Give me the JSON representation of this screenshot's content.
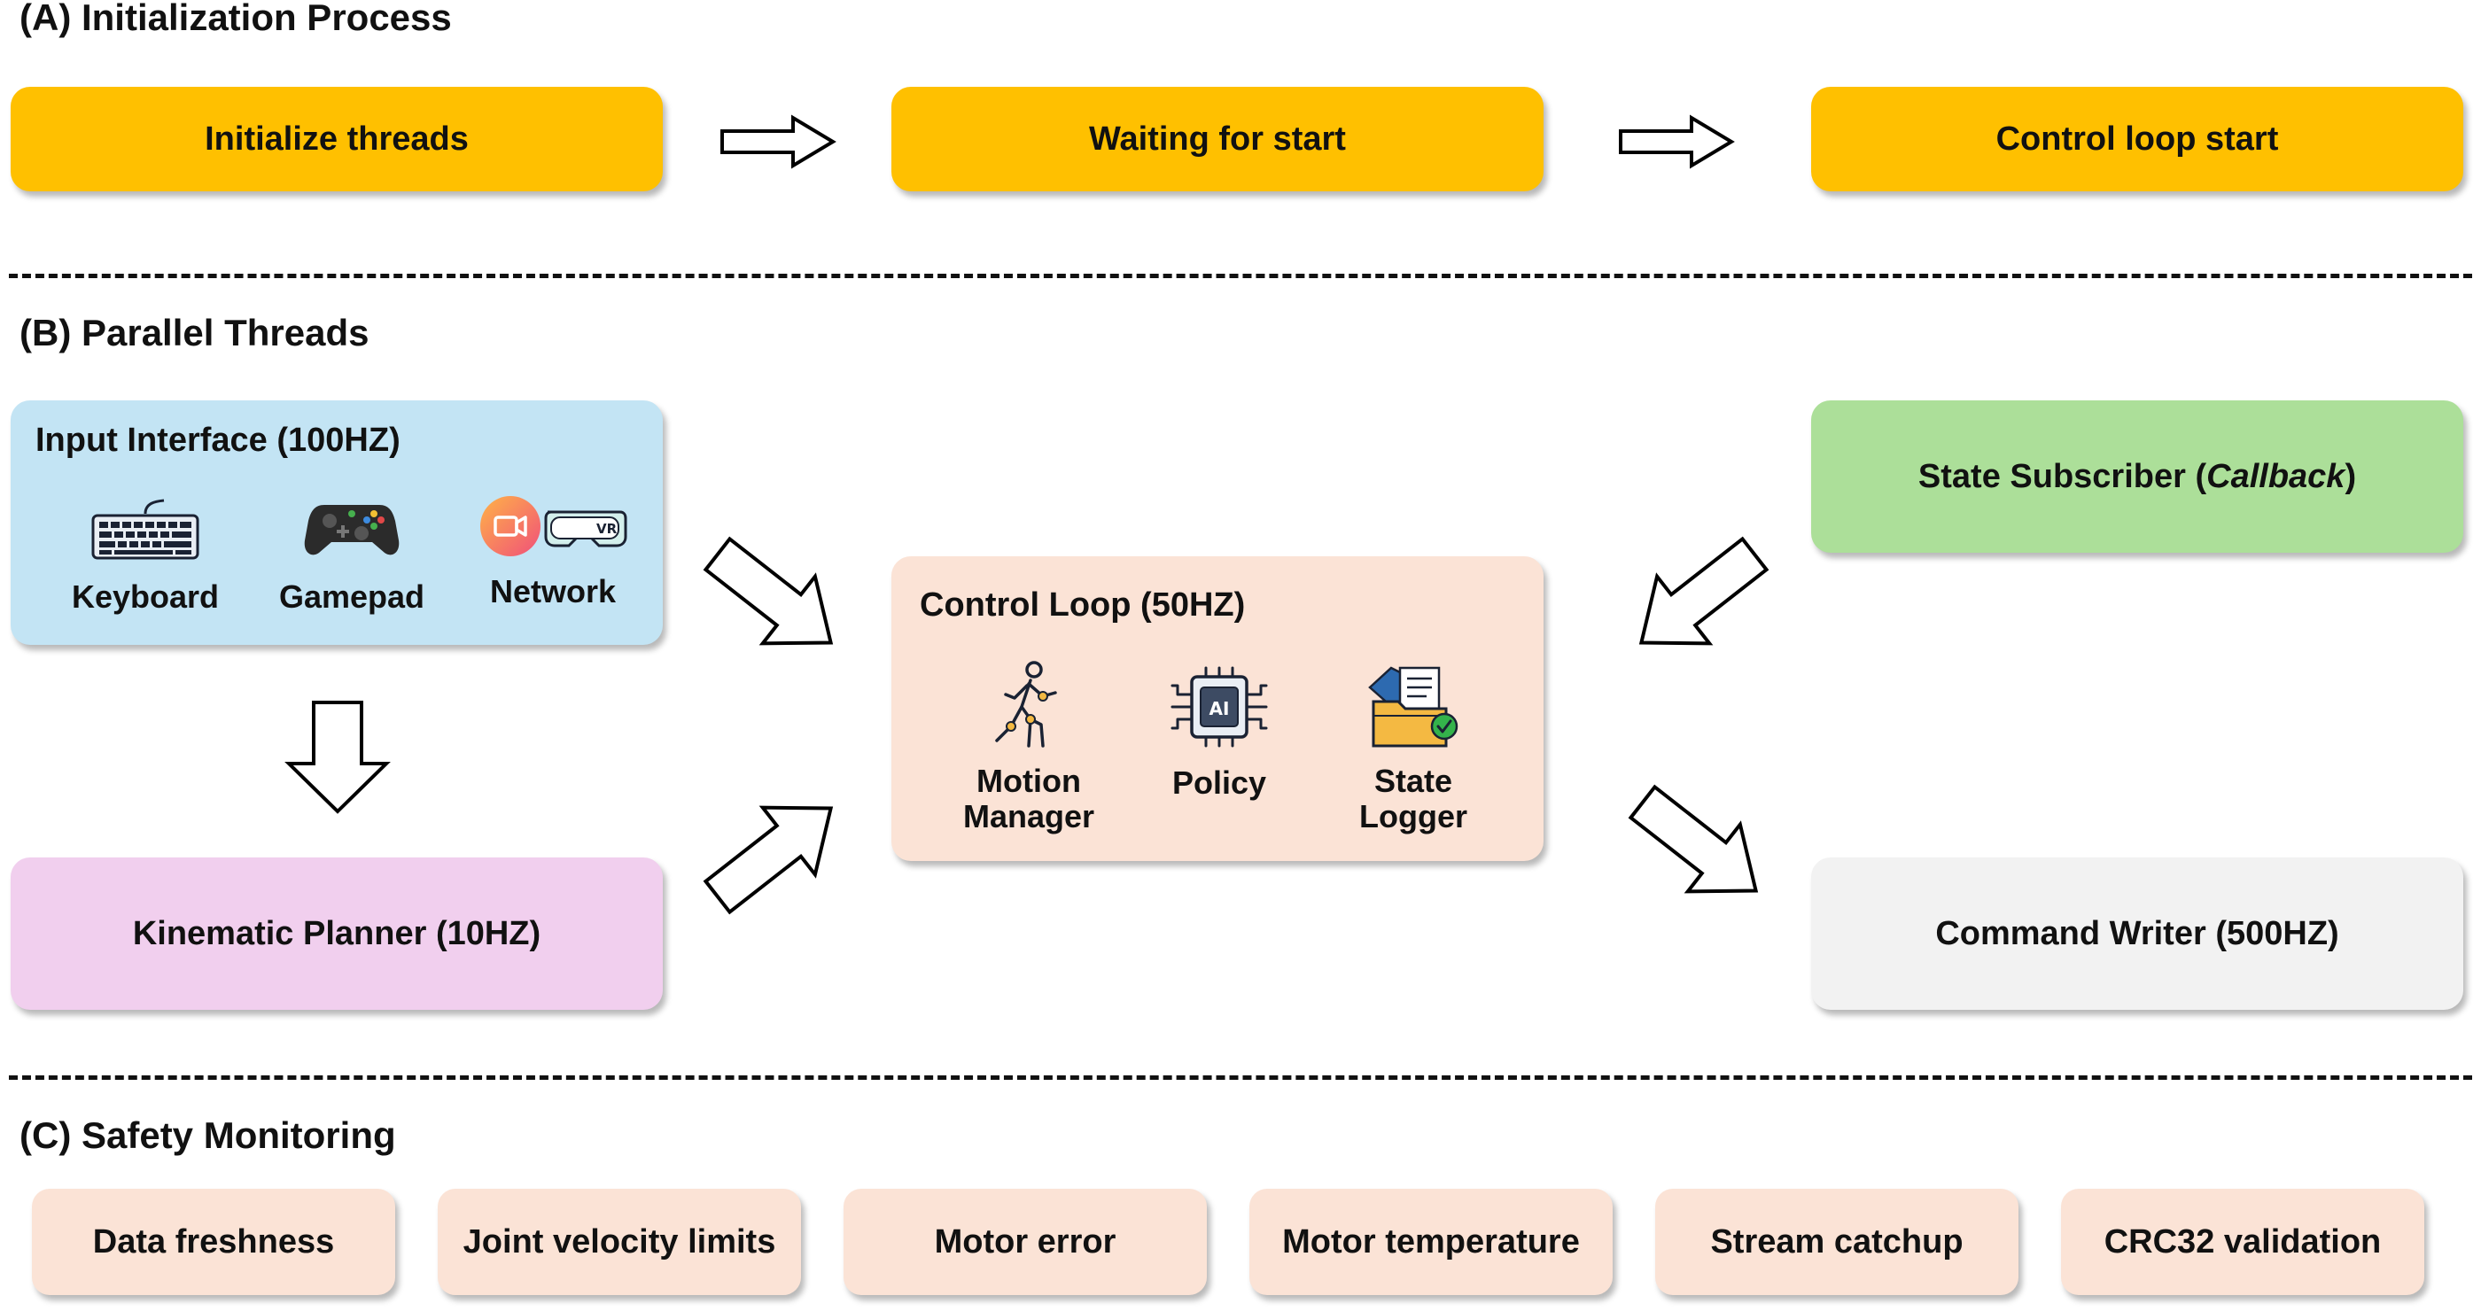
{
  "sections": {
    "a_title": "(A) Initialization Process",
    "b_title": "(B) Parallel Threads",
    "c_title": "(C) Safety Monitoring"
  },
  "init": {
    "step1": "Initialize threads",
    "step2": "Waiting for start",
    "step3": "Control loop start"
  },
  "input_interface": {
    "title": "Input Interface (100HZ)",
    "keyboard": "Keyboard",
    "gamepad": "Gamepad",
    "network": "Network",
    "vr_badge": "VR"
  },
  "kinematic_planner": {
    "label": "Kinematic Planner (10HZ)"
  },
  "control_loop": {
    "title": "Control Loop (50HZ)",
    "motion_manager": "Motion Manager",
    "motion_line1": "Motion",
    "motion_line2": "Manager",
    "policy": "Policy",
    "ai_badge": "AI",
    "state_logger_line1": "State",
    "state_logger_line2": "Logger"
  },
  "state_subscriber": {
    "label_main": "State Subscriber (",
    "label_italic": "Callback",
    "label_end": ")"
  },
  "command_writer": {
    "label": "Command Writer (500HZ)"
  },
  "safety": [
    "Data freshness",
    "Joint velocity limits",
    "Motor error",
    "Motor temperature",
    "Stream catchup",
    "CRC32 validation"
  ],
  "colors": {
    "init_box": "#ffc000",
    "input_box": "#c3e4f4",
    "planner_box": "#f1cfee",
    "control_box": "#fbe3d6",
    "subscriber_box": "#acdf99",
    "writer_box": "#f2f2f2",
    "safety_box": "#fbe3d6"
  }
}
